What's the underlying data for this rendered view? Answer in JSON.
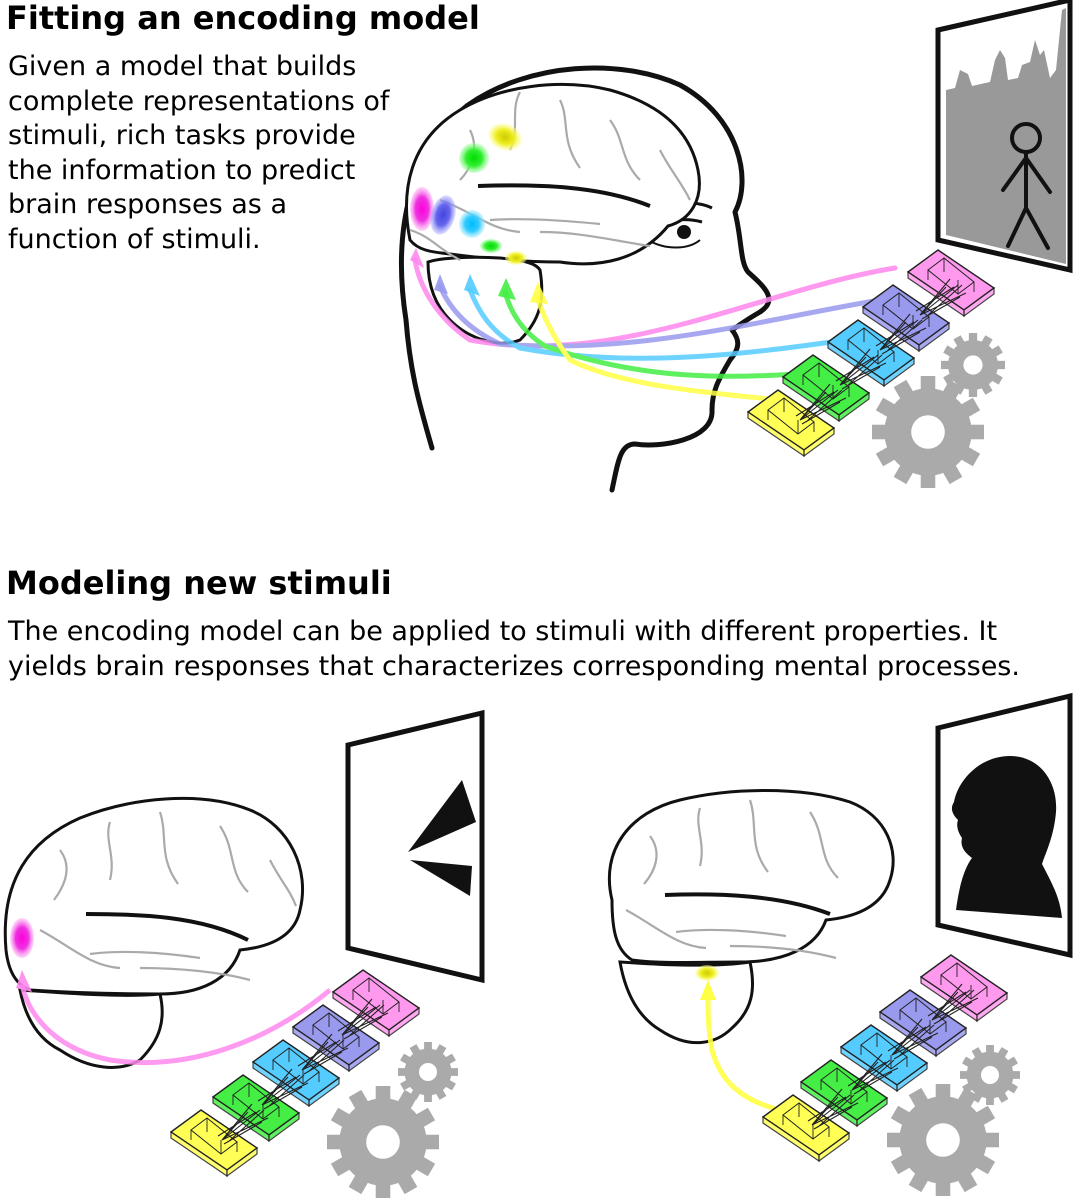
{
  "section_top": {
    "title": "Fitting an encoding model",
    "description": "Given a model that builds complete representations of stimuli, rich tasks provide the information to predict brain responses as a function of stimuli."
  },
  "section_bottom": {
    "title": "Modeling new stimuli",
    "description": "The encoding model can be applied to stimuli with different properties. It yields brain responses that characterizes corresponding mental processes."
  },
  "layer_colors": [
    "#ffff44",
    "#44ee44",
    "#55ccff",
    "#9999ee",
    "#ff88ee"
  ],
  "activation_colors": {
    "magenta": "#ee22dd",
    "blue": "#7777ee",
    "cyan": "#33ccff",
    "green": "#22dd22",
    "yellow": "#eeee22"
  },
  "stimuli": {
    "top": "city-skyline-stick-figure",
    "bottom_left": "wedge-shapes",
    "bottom_right": "face-silhouette"
  },
  "icons": [
    "gear-icon",
    "neural-network-icon",
    "brain-icon",
    "head-profile-icon"
  ]
}
